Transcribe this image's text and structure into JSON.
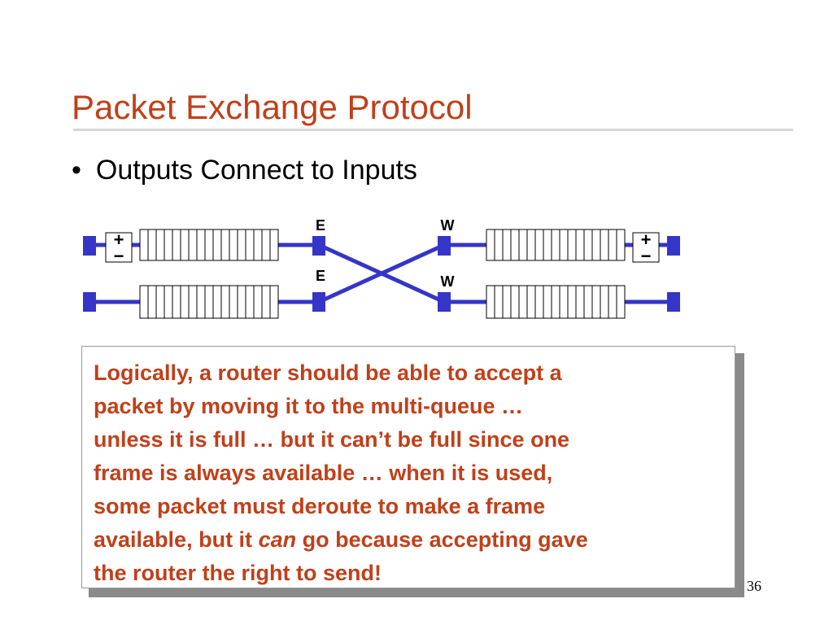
{
  "slide": {
    "title": "Packet Exchange Protocol",
    "bullet": "Outputs Connect to Inputs",
    "page_number": "36"
  },
  "diagram": {
    "labels": {
      "e_top": "E",
      "e_bottom": "E",
      "w_top": "W",
      "w_bottom": "W",
      "left_pm_plus": "+",
      "left_pm_minus": "−",
      "right_pm_plus": "+",
      "right_pm_minus": "−"
    },
    "colors": {
      "wire": "#3535c8",
      "accent_text": "#c0401a"
    }
  },
  "callout": {
    "line1": "Logically, a router should be able to accept a",
    "line2": "packet by moving it to the multi-queue …",
    "line3": "unless it is full … but it can’t be full since one",
    "line4": "frame is always available … when it is used,",
    "line5": "some packet must deroute to make a frame",
    "line6_a": "available, but it ",
    "line6_em": "can",
    "line6_b": " go because accepting gave",
    "line7": "the router the right to send!"
  }
}
